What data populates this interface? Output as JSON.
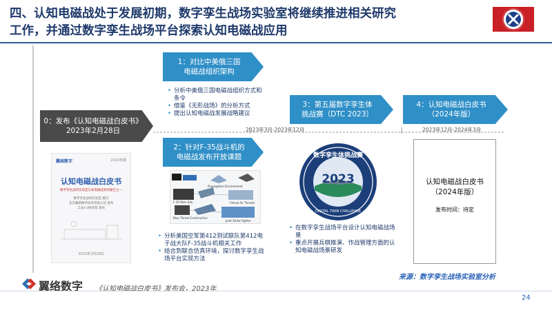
{
  "header": {
    "title_line1": "四、认知电磁战处于发展初期，数字孪生战场实验室将继续推进相关研究",
    "title_line2": "工作，并通过数字孪生战场平台探索认知电磁战应用"
  },
  "timeline": {
    "start": {
      "line1": "0：发布《认知电磁战白皮书》",
      "line2": "2023年2月28日"
    },
    "step1": {
      "line1": "1：对比中美俄三国",
      "line2": "电磁战组织架构"
    },
    "step1_bullets": [
      "分析中美俄三国电磁战组织方式和条令",
      "借鉴《无形战场》的分析方式",
      "提出认知电磁战发展战略建议"
    ],
    "step2": {
      "line1": "2：针对F-35战斗机的",
      "line2": "电磁战发布开放课题"
    },
    "step2_bullets": [
      "分析美国空军第412测试联队第412电子战大队F-35战斗机相关工作",
      "结合到联合仿真环境，探讨数字孪生战场平台实现方法"
    ],
    "step3": {
      "line1": "3：第五届数字孪生体",
      "line2": "挑战赛（DTC 2023）"
    },
    "step3_bullets": [
      "在数字孪生战场平台设计认知电磁战场景",
      "重点开展兵棋推演、作战管理方面的认知电磁战场景研发"
    ],
    "step4": {
      "line1": "4：认知电磁战白皮书",
      "line2": "（2024年版）"
    },
    "date_range_1": "2023年3月-2023年12月",
    "date_range_2": "2023年12月-2024年3月"
  },
  "cover": {
    "publisher": "翼络数字",
    "edition": "2023年版",
    "title": "认知电磁战白皮书",
    "subtitle": "数字孪生战场实验室认知电磁战系列报告之一",
    "authors": [
      "数字孪生战场实验室 编写",
      "北京翼络数字技术有限公司 发布",
      "工业4.0研究院 发布"
    ],
    "date": "2023年2月28日"
  },
  "photo": {
    "label_propagation": "Propagation Environment",
    "label_threat": "Virtual Air Threats",
    "label_f35": "F-35 Main Sim",
    "label_blue": "Blue Threat Constructive",
    "label_jsf": "Joint Strike Fighter"
  },
  "badge": {
    "arc_top": "数字孪生体挑战赛",
    "year": "2023",
    "arc_bottom": "DIGITAL TWIN CHALLENGE"
  },
  "whitepaper_box": {
    "line1": "认知电磁战白皮书",
    "line2": "（2024年版）",
    "publish_time": "发布时间：待定"
  },
  "footer": {
    "logo_text": "翼络数字",
    "caption": "《认知电磁战白皮书》发布会，2023年",
    "source": "来源：数字孪生战场实验室分析",
    "page_number": "24"
  },
  "colors": {
    "title": "#1f3a6b",
    "accent_blue": "#2f8fc7",
    "dark_box": "#4a4a4a",
    "rule": "#2e5a9a",
    "source": "#2a62b5"
  }
}
